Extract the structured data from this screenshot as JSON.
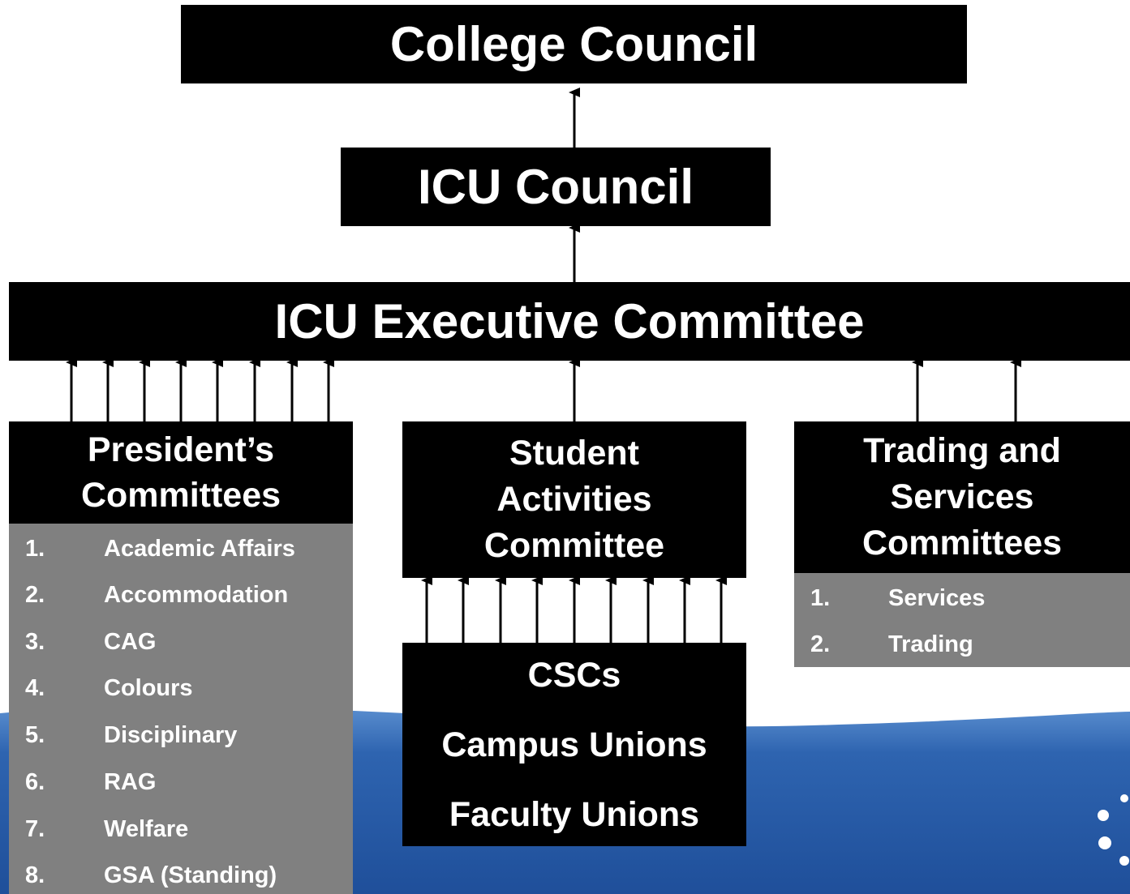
{
  "top": {
    "title": "College Council"
  },
  "icu_council": {
    "title": "ICU Council"
  },
  "executive": {
    "title": "ICU Executive Committee"
  },
  "presidents": {
    "title_line1": "President’s",
    "title_line2": "Committees",
    "items": [
      {
        "num": "1.",
        "label": "Academic Affairs"
      },
      {
        "num": "2.",
        "label": "Accommodation"
      },
      {
        "num": "3.",
        "label": "CAG"
      },
      {
        "num": "4.",
        "label": "Colours"
      },
      {
        "num": "5.",
        "label": "Disciplinary"
      },
      {
        "num": "6.",
        "label": "RAG"
      },
      {
        "num": "7.",
        "label": "Welfare"
      },
      {
        "num": "8.",
        "label": "GSA (Standing)"
      }
    ]
  },
  "student_activities": {
    "title_line1": "Student",
    "title_line2": "Activities",
    "title_line3": "Committee"
  },
  "unions": {
    "line1": "CSCs",
    "line2": "Campus Unions",
    "line3": "Faculty Unions"
  },
  "trading": {
    "title_line1": "Trading and",
    "title_line2": "Services",
    "title_line3": "Committees",
    "items": [
      {
        "num": "1.",
        "label": "Services"
      },
      {
        "num": "2.",
        "label": "Trading"
      }
    ]
  },
  "colors": {
    "box": "#000000",
    "list": "#808080",
    "wave": "#2f63a8"
  }
}
